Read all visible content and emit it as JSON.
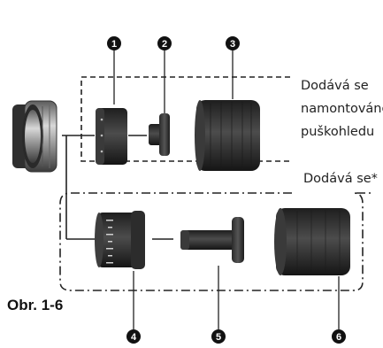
{
  "figure_label": "Obr. 1-6",
  "box_top": {
    "note_lines": [
      "Dodává se",
      "namontováno",
      "puškohledu"
    ]
  },
  "box_bottom": {
    "note": "Dodává se*"
  },
  "callouts": [
    "1",
    "2",
    "3",
    "4",
    "5",
    "6"
  ],
  "colors": {
    "part_dark": "#2b2b2b",
    "part_mid": "#4a4a4a",
    "part_light": "#8a8a8a",
    "callout_fill": "#111111",
    "line": "#222222"
  }
}
